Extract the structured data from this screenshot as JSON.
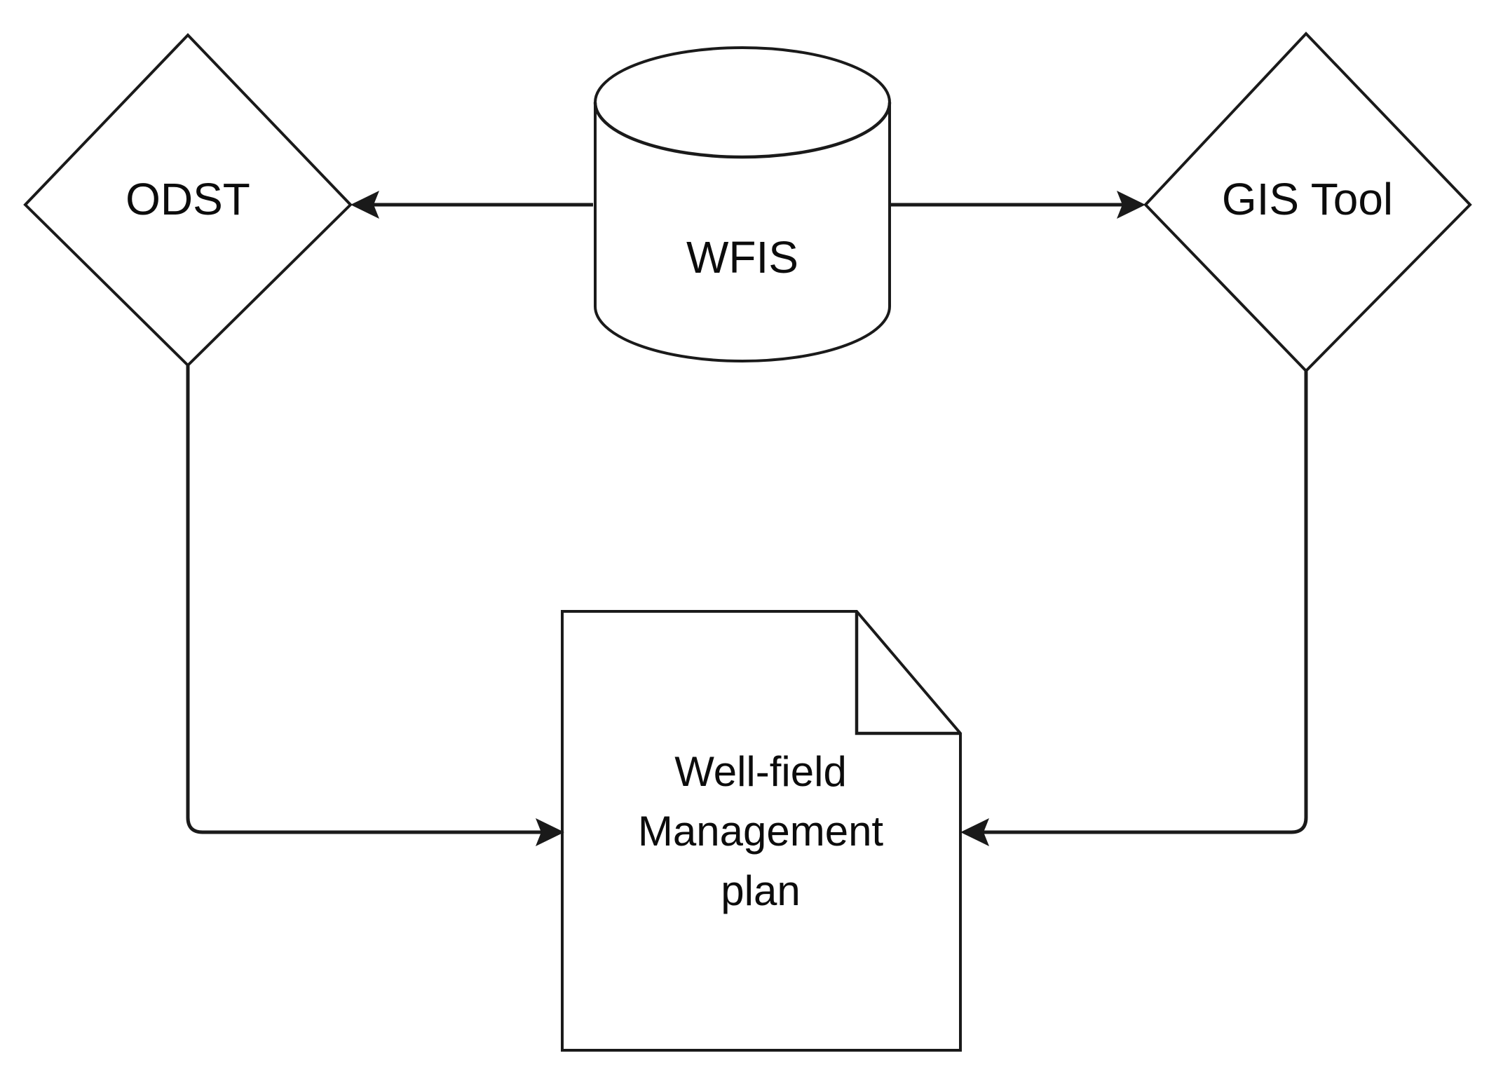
{
  "diagram": {
    "type": "flowchart",
    "title": "",
    "background_color": "#ffffff",
    "stroke_color": "#1a1a1a",
    "text_color": "#0c0c0c",
    "nodes": [
      {
        "id": "odst",
        "label": "ODST",
        "shape": "diamond",
        "icon": "diamond-decision-icon"
      },
      {
        "id": "wfis",
        "label": "WFIS",
        "shape": "cylinder",
        "icon": "database-cylinder-icon"
      },
      {
        "id": "gis_tool",
        "label": "GIS Tool",
        "shape": "diamond",
        "icon": "diamond-decision-icon"
      },
      {
        "id": "wfmp",
        "label": "Well-field\nManagement\nplan",
        "label_lines": [
          "Well-field",
          "Management",
          "plan"
        ],
        "shape": "document",
        "icon": "document-folded-corner-icon"
      }
    ],
    "edges": [
      {
        "id": "wfis-to-odst",
        "from": "wfis",
        "to": "odst",
        "label": "",
        "arrow": "end",
        "style": "straight"
      },
      {
        "id": "wfis-to-gis",
        "from": "wfis",
        "to": "gis_tool",
        "label": "",
        "arrow": "end",
        "style": "straight"
      },
      {
        "id": "odst-to-wfmp",
        "from": "odst",
        "to": "wfmp",
        "label": "",
        "arrow": "end",
        "style": "elbow"
      },
      {
        "id": "gis-to-wfmp",
        "from": "gis_tool",
        "to": "wfmp",
        "label": "",
        "arrow": "end",
        "style": "elbow"
      }
    ]
  }
}
